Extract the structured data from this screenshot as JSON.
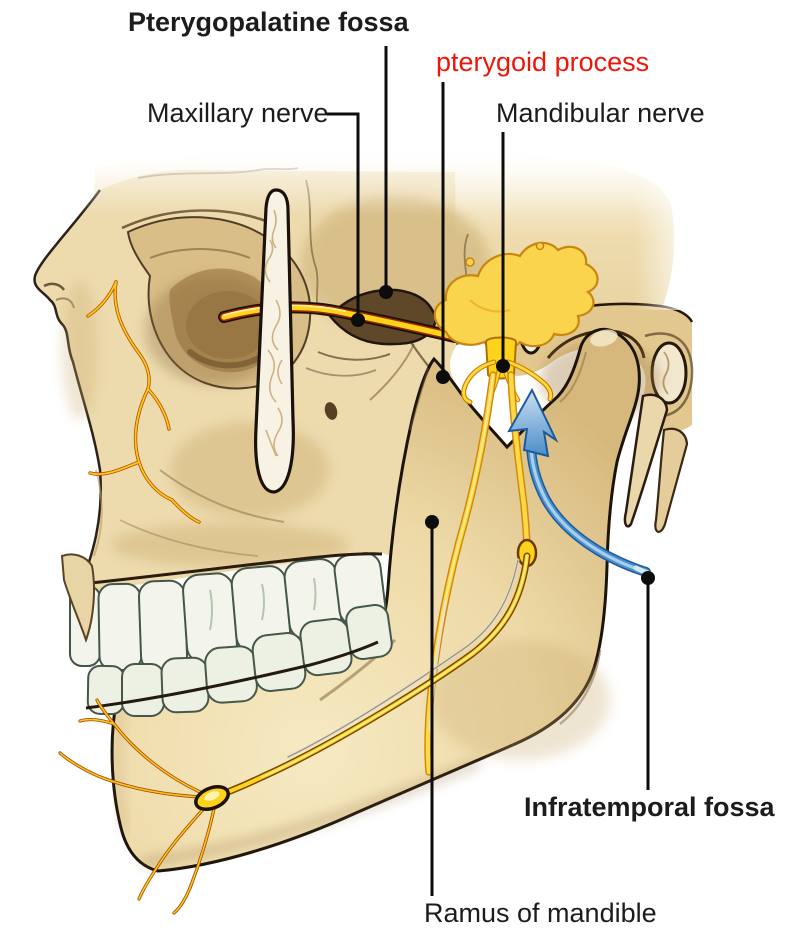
{
  "figure": {
    "type": "anatomy-diagram",
    "subject": "Lateral skull view showing pterygopalatine fossa, pterygoid process and infratemporal fossa with nerve branches",
    "labels": {
      "pterygopalatine_fossa": "Pterygopalatine fossa",
      "pterygoid_process": "pterygoid process",
      "maxillary_nerve": "Maxillary nerve",
      "mandibular_nerve": "Mandibular nerve",
      "infratemporal_fossa": "Infratemporal fossa",
      "ramus_of_mandible": "Ramus of mandible"
    },
    "colors": {
      "background": "#ffffff",
      "label_text": "#1c1c1c",
      "label_highlight": "#ee1509",
      "leader_line": "#0c0c0c",
      "bone": "#ecd9ac",
      "bone_shadow": "#b1945e",
      "bone_outline": "#241808",
      "nerve_yellow": "#ffd83a",
      "nerve_outline": "#c87d08",
      "teeth": "#f2f4ea",
      "arrow_blue": "#4a90d0"
    }
  }
}
